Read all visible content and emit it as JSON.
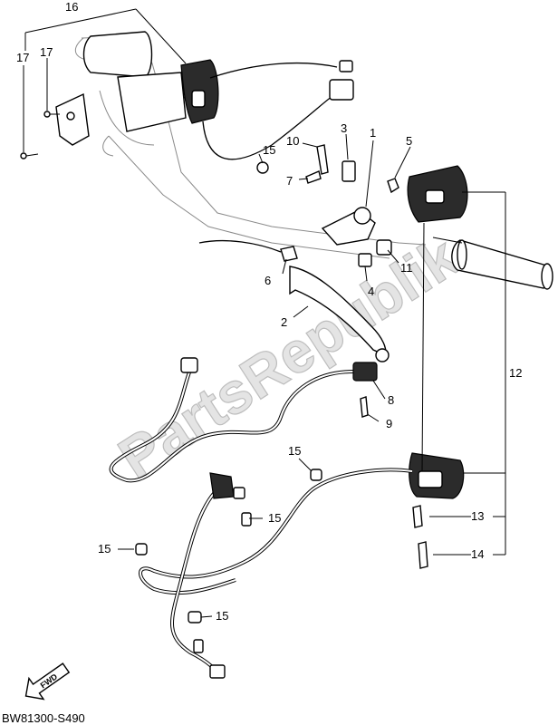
{
  "diagram": {
    "callouts": [
      "1",
      "2",
      "3",
      "4",
      "5",
      "6",
      "7",
      "8",
      "9",
      "10",
      "11",
      "12",
      "13",
      "14",
      "15",
      "16",
      "17"
    ],
    "extra_labels": {
      "p15_b": "15",
      "p15_c": "15",
      "p15_d": "15",
      "p15_e": "15",
      "p17_b": "17"
    },
    "watermark": "PartsRepublik",
    "fwd_label": "FWD",
    "code": "BW81300-S490"
  }
}
